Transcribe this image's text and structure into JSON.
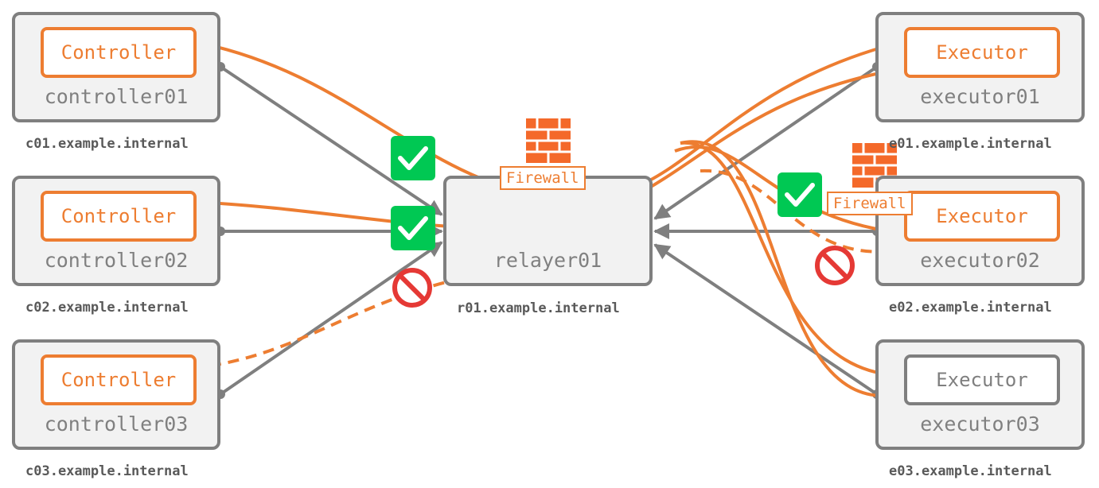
{
  "hosts": {
    "controller01": {
      "name": "controller01",
      "process": "Controller",
      "dns": "c01.example.internal"
    },
    "controller02": {
      "name": "controller02",
      "process": "Controller",
      "dns": "c02.example.internal"
    },
    "controller03": {
      "name": "controller03",
      "process": "Controller",
      "dns": "c03.example.internal"
    },
    "relayer01": {
      "name": "relayer01",
      "dns": "r01.example.internal"
    },
    "executor01": {
      "name": "executor01",
      "process": "Executor",
      "dns": "e01.example.internal"
    },
    "executor02": {
      "name": "executor02",
      "process": "Executor",
      "dns": "e02.example.internal"
    },
    "executor03": {
      "name": "executor03",
      "process": "Executor",
      "dns": "e03.example.internal"
    }
  },
  "firewalls": {
    "left": {
      "label": "Firewall"
    },
    "right": {
      "label": "Firewall"
    }
  },
  "colors": {
    "connection": "#7f7f7f",
    "flow": "#ed7d31",
    "allowed": "#00c853",
    "blocked": "#e53935",
    "firewall": "#f4692a"
  },
  "icons": [
    "check-icon",
    "check-icon",
    "check-icon",
    "blocked-icon",
    "blocked-icon",
    "firewall-icon",
    "firewall-icon"
  ]
}
